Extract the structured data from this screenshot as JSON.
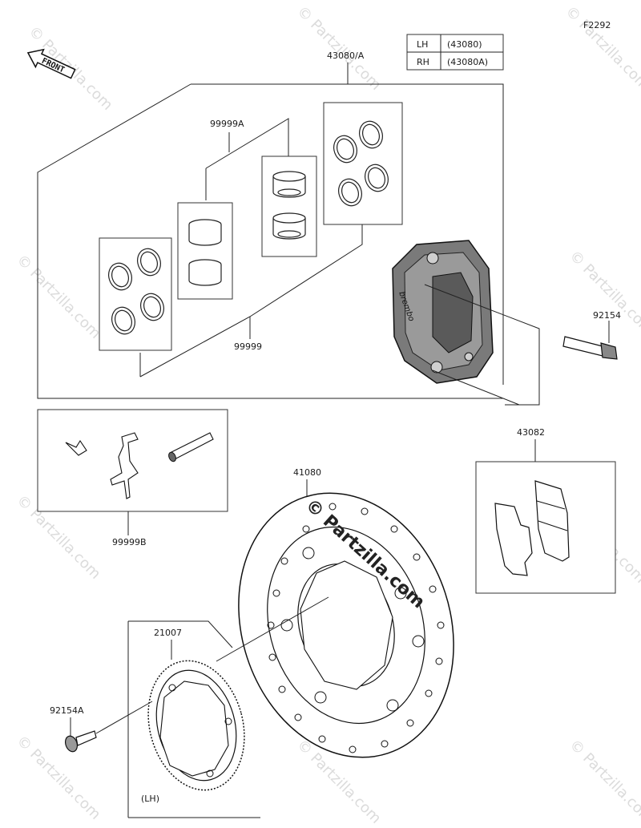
{
  "diagram_code": "F2292",
  "front_label": "FRONT",
  "variant_table": [
    {
      "side": "LH",
      "part": "(43080)"
    },
    {
      "side": "RH",
      "part": "(43080A)"
    }
  ],
  "callouts": {
    "caliper_assy": "43080/A",
    "piston_kit_a": "99999A",
    "seal_kit": "99999",
    "bolt": "92154",
    "hardware_kit": "99999B",
    "pad_set": "43082",
    "disc": "41080",
    "rotor_ring": "21007",
    "rotor_bolt": "92154A",
    "lh_note": "(LH)"
  },
  "caliper_brand": "brembo",
  "watermark": "© Partzilla.com"
}
